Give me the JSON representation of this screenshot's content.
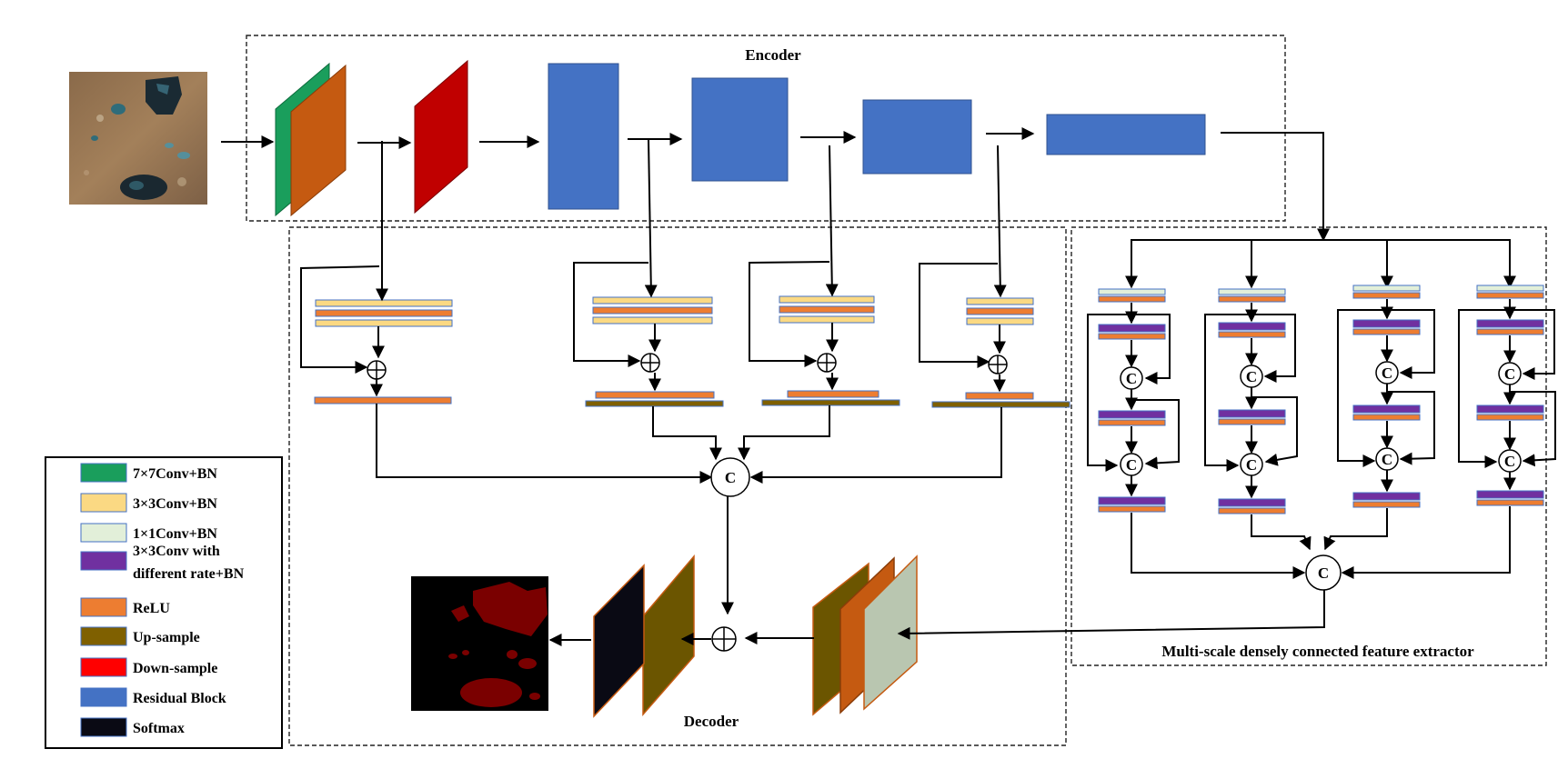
{
  "sections": {
    "encoder": "Encoder",
    "decoder": "Decoder",
    "extractor": "Multi-scale densely connected feature extractor"
  },
  "legend": [
    {
      "label": "7×7Conv+BN",
      "color": "#1a9e5c"
    },
    {
      "label": "3×3Conv+BN",
      "color": "#fbd983"
    },
    {
      "label": "1×1Conv+BN",
      "color": "#e2efd9"
    },
    {
      "label": "3×3Conv with\ndifferent rate+BN",
      "color": "#7030a0"
    },
    {
      "label": "ReLU",
      "color": "#ed7d31"
    },
    {
      "label": "Up-sample",
      "color": "#7f6000"
    },
    {
      "label": "Down-sample",
      "color": "#ff0000"
    },
    {
      "label": "Residual Block",
      "color": "#4472c4"
    },
    {
      "label": "Softmax",
      "color": "#0a0a14"
    }
  ],
  "operators": {
    "concat": "C",
    "add": "+"
  },
  "colors": {
    "conv7": "#1a9e5c",
    "conv3": "#fbd983",
    "conv1": "#e2efd9",
    "dilated": "#7030a0",
    "relu": "#ed7d31",
    "upsample": "#7f6000",
    "downsample": "#ff0000",
    "residual": "#4472c4",
    "softmax": "#0a0a14",
    "relu_panel": "#c55a11",
    "downsample_panel": "#c00000",
    "conv1_panel": "#b9c6b0",
    "upsample_panel": "#6b5500",
    "mask_fg": "#7a0000"
  }
}
